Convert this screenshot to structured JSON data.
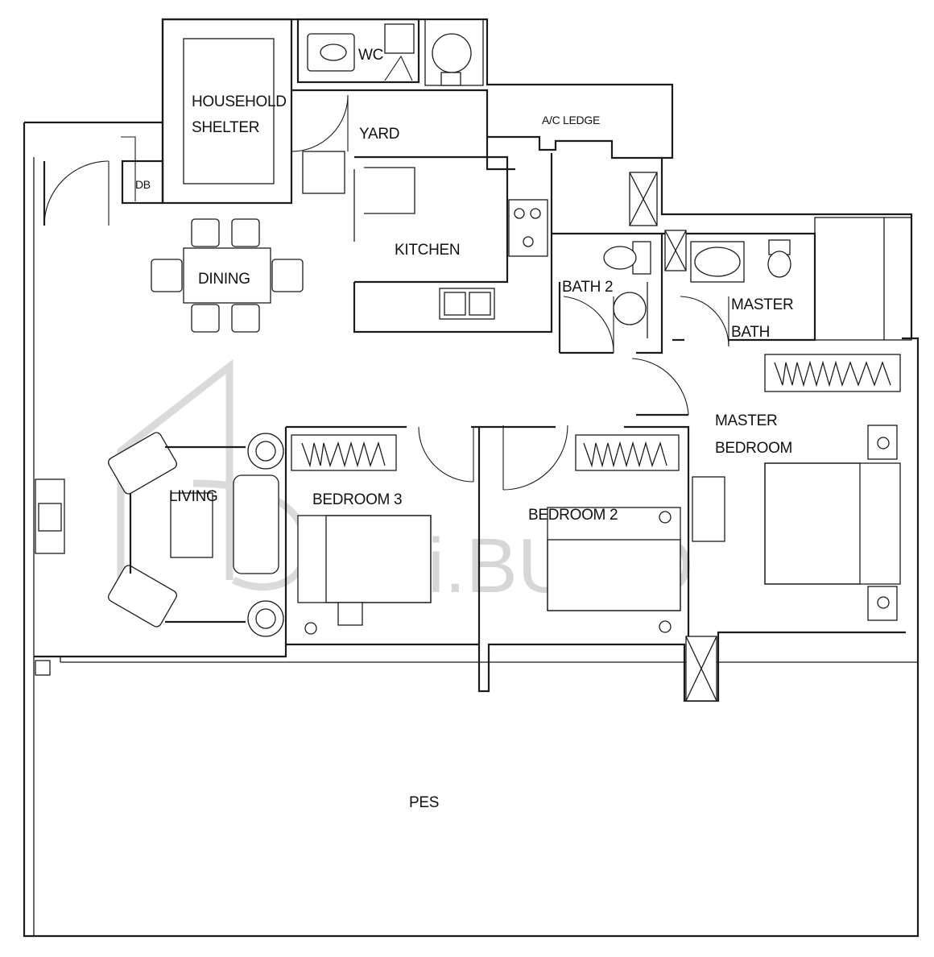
{
  "rooms": {
    "household_shelter_line1": "HOUSEHOLD",
    "household_shelter_line2": "SHELTER",
    "wc": "WC",
    "yard": "YARD",
    "ac_ledge": "A/C LEDGE",
    "db": "DB",
    "kitchen": "KITCHEN",
    "dining": "DINING",
    "bath2": "BATH 2",
    "master_bath_line1": "MASTER",
    "master_bath_line2": "BATH",
    "master_bedroom_line1": "MASTER",
    "master_bedroom_line2": "BEDROOM",
    "living": "LIVING",
    "bedroom3": "BEDROOM 3",
    "bedroom2": "BEDROOM 2",
    "pes": "PES"
  },
  "watermark": {
    "text": "aftri.BUILD"
  }
}
